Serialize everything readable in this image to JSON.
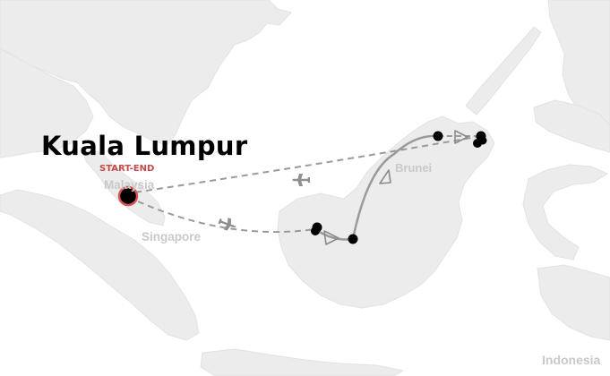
{
  "map": {
    "origin": {
      "city_label": "Kuala Lumpur",
      "badge_label": "START-END"
    },
    "place_labels": [
      {
        "id": "malaysia",
        "text": "Malaysia"
      },
      {
        "id": "singapore",
        "text": "Singapore"
      },
      {
        "id": "brunei",
        "text": "Brunei"
      },
      {
        "id": "indonesia",
        "text": "Indonesia"
      }
    ],
    "route": {
      "segments": [
        {
          "id": "flight-out",
          "mode": "flight",
          "style": "dashed"
        },
        {
          "id": "overland-kuching-miri",
          "mode": "road",
          "style": "solid"
        },
        {
          "id": "overland-to-sabah",
          "mode": "road",
          "style": "solid"
        },
        {
          "id": "flight-return",
          "mode": "flight",
          "style": "dashed"
        }
      ],
      "stop_count": 7
    },
    "colors": {
      "land": "#ececec",
      "water": "#ffffff",
      "route": "#9a9a9a",
      "origin_marker": "#d9534f",
      "stop_marker": "#000000",
      "place_label": "#c9c9c9",
      "start_end_label": "#c54a4a"
    }
  }
}
